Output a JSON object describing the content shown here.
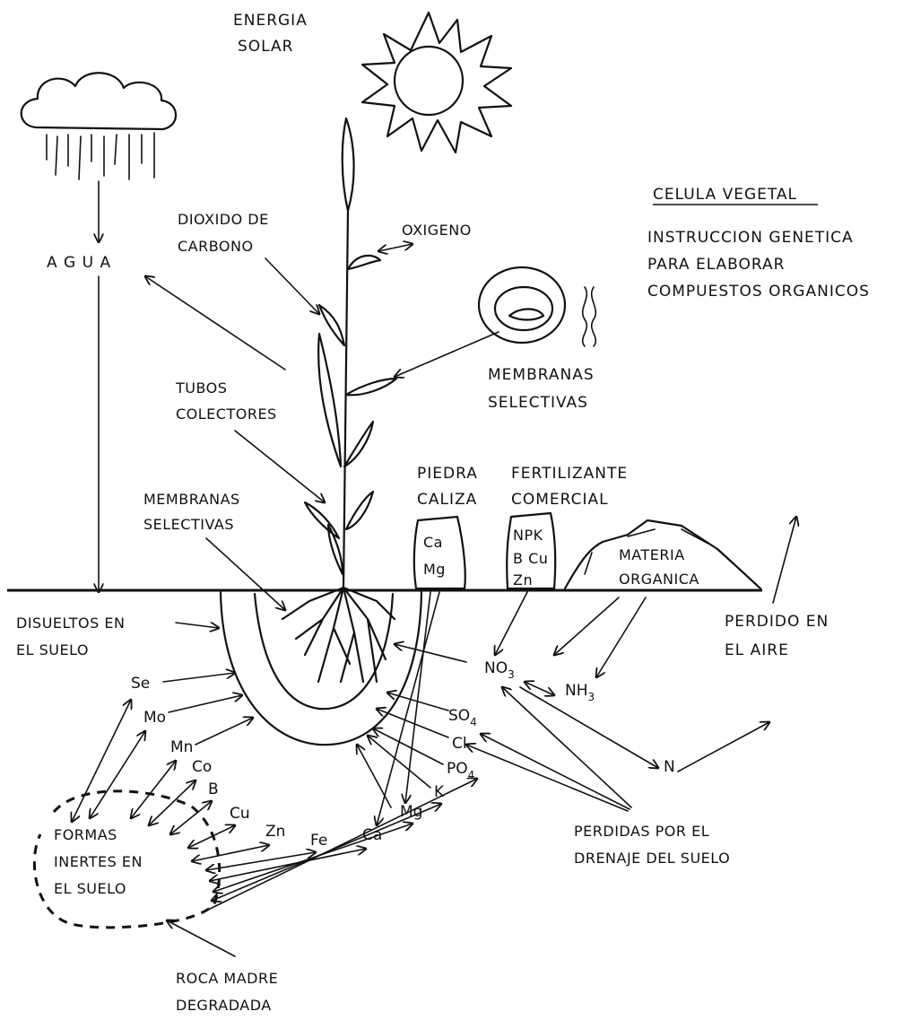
{
  "labels": {
    "energia": "ENERGIA",
    "solar": "SOLAR",
    "celula_title": "CELULA VEGETAL",
    "celula_line1": "INSTRUCCION GENETICA",
    "celula_line2": "PARA ELABORAR",
    "celula_line3": "COMPUESTOS ORGANICOS",
    "dioxido1": "DIOXIDO DE",
    "dioxido2": "CARBONO",
    "oxigeno": "OXIGENO",
    "agua": "A G U A",
    "tubos1": "TUBOS",
    "tubos2": "COLECTORES",
    "membranas_top1": "MEMBRANAS",
    "membranas_top2": "SELECTIVAS",
    "membranas_low1": "MEMBRANAS",
    "membranas_low2": "SELECTIVAS",
    "piedra1": "PIEDRA",
    "piedra2": "CALIZA",
    "fert1": "FERTILIZANTE",
    "fert2": "COMERCIAL",
    "materia1": "MATERIA",
    "materia2": "ORGANICA",
    "disueltos1": "DISUELTOS EN",
    "disueltos2": "EL SUELO",
    "perdido1": "PERDIDO EN",
    "perdido2": "EL AIRE",
    "perdidas1": "PERDIDAS POR EL",
    "perdidas2": "DRENAJE DEL SUELO",
    "formas1": "FORMAS",
    "formas2": "INERTES EN",
    "formas3": "EL SUELO",
    "roca1": "ROCA MADRE",
    "roca2": "DEGRADADA",
    "bag_ca": "Ca",
    "bag_mg": "Mg",
    "fert_npk": "NPK",
    "fert_bcu": "B Cu",
    "fert_zn": "Zn"
  },
  "nutrients": {
    "se": "Se",
    "mo": "Mo",
    "mn": "Mn",
    "co": "Co",
    "b": "B",
    "cu": "Cu",
    "zn": "Zn",
    "fe": "Fe",
    "ca": "Ca",
    "mg": "Mg",
    "k": "K",
    "po4": "PO",
    "po4_sub": "4",
    "cl": "Cl",
    "so4": "SO",
    "so4_sub": "4",
    "no3": "NO",
    "no3_sub": "3",
    "nh3": "NH",
    "nh3_sub": "3",
    "n": "N"
  }
}
